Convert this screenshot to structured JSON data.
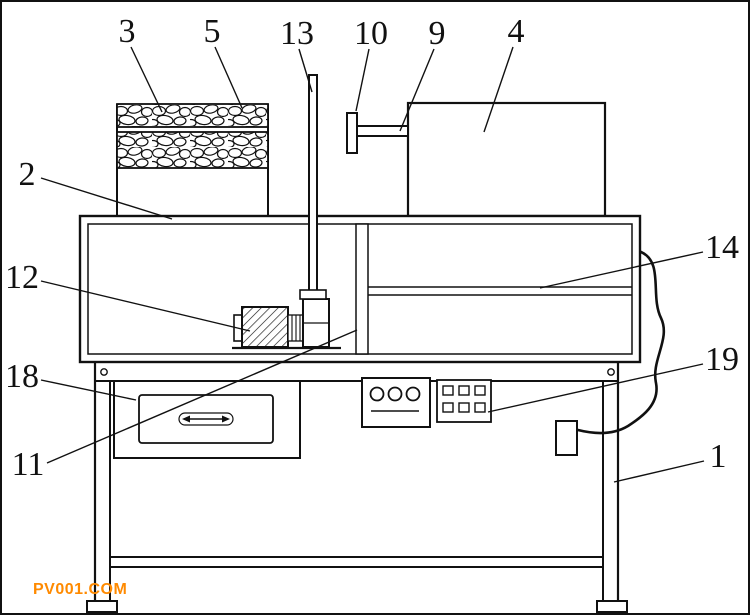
{
  "figure": {
    "watermark": "PV001.COM",
    "colors": {
      "line": "#111111",
      "watermark": "#ff8a00",
      "background": "#ffffff"
    }
  },
  "part_labels": {
    "p1": "1",
    "p2": "2",
    "p3": "3",
    "p4": "4",
    "p5": "5",
    "p9": "9",
    "p10": "10",
    "p11": "11",
    "p12": "12",
    "p13": "13",
    "p14": "14",
    "p18": "18",
    "p19": "19"
  }
}
